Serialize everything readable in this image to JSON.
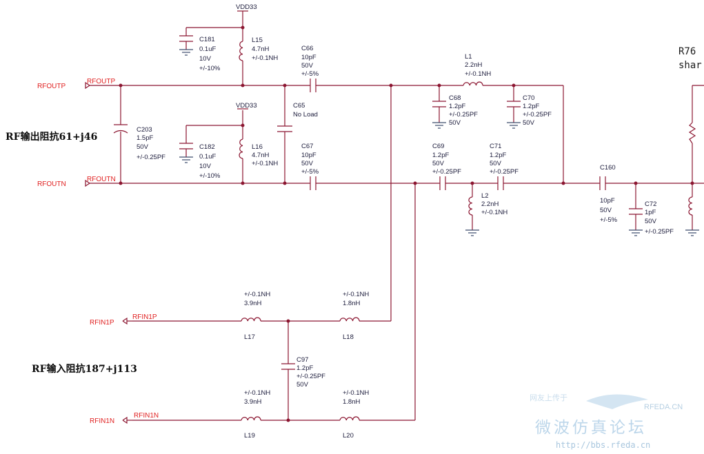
{
  "power": {
    "top": "VDD33",
    "bottom": "VDD33"
  },
  "ports": {
    "rfoutp": "RFOUTP",
    "rfoutn": "RFOUTN",
    "rfin1p": "RFIN1P",
    "rfin1n": "RFIN1N"
  },
  "notes": {
    "output": "RF输出阻抗61+j46",
    "input": "RF输入阻抗187+j113"
  },
  "parts": {
    "c181": {
      "ref": "C181",
      "value": "0.1uF",
      "voltage": "10V",
      "tol": "+/-10%"
    },
    "l15": {
      "ref": "L15",
      "value": "4.7nH",
      "tol": "+/-0.1NH"
    },
    "c66": {
      "ref": "C66",
      "value": "10pF",
      "voltage": "50V",
      "tol": "+/-5%"
    },
    "l1": {
      "ref": "L1",
      "value": "2.2nH",
      "tol": "+/-0.1NH"
    },
    "c203": {
      "ref": "C203",
      "value": "1.5pF",
      "voltage": "50V",
      "tol": "+/-0.25PF"
    },
    "c65": {
      "ref": "C65",
      "value": "No Load"
    },
    "c182": {
      "ref": "C182",
      "value": "0.1uF",
      "voltage": "10V",
      "tol": "+/-10%"
    },
    "l16": {
      "ref": "L16",
      "value": "4.7nH",
      "tol": "+/-0.1NH"
    },
    "c67": {
      "ref": "C67",
      "value": "10pF",
      "voltage": "50V",
      "tol": "+/-5%"
    },
    "c68": {
      "ref": "C68",
      "value": "1.2pF",
      "tol": "+/-0.25PF",
      "voltage": "50V"
    },
    "c70": {
      "ref": "C70",
      "value": "1.2pF",
      "tol": "+/-0.25PF",
      "voltage": "50V"
    },
    "c69": {
      "ref": "C69",
      "value": "1.2pF",
      "voltage": "50V",
      "tol": "+/-0.25PF"
    },
    "c71": {
      "ref": "C71",
      "value": "1.2pF",
      "voltage": "50V",
      "tol": "+/-0.25PF"
    },
    "l2": {
      "ref": "L2",
      "value": "2.2nH",
      "tol": "+/-0.1NH"
    },
    "c160": {
      "ref": "C160",
      "value": "10pF",
      "voltage": "50V",
      "tol": "+/-5%"
    },
    "c72": {
      "ref": "C72",
      "value": "1pF",
      "voltage": "50V",
      "tol": "+/-0.25PF"
    },
    "l17": {
      "ref": "L17",
      "value": "3.9nH",
      "tol": "+/-0.1NH"
    },
    "l18": {
      "ref": "L18",
      "value": "1.8nH",
      "tol": "+/-0.1NH"
    },
    "c97": {
      "ref": "C97",
      "value": "1.2pF",
      "tol": "+/-0.25PF",
      "voltage": "50V"
    },
    "l19": {
      "ref": "L19",
      "value": "3.9nH",
      "tol": "+/-0.1NH"
    },
    "l20": {
      "ref": "L20",
      "value": "1.8nH",
      "tol": "+/-0.1NH"
    },
    "r76": {
      "ref": "R76",
      "note": "shar"
    }
  },
  "watermark": {
    "top": "网友上传于",
    "brand": "RFEDA.CN",
    "forum": "微波仿真论坛",
    "url": "http://bbs.rfeda.cn"
  }
}
